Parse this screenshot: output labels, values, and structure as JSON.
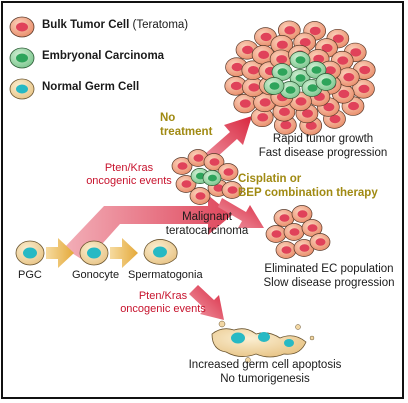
{
  "legend": {
    "bulk_bold": "Bulk Tumor Cell",
    "bulk_rest": " (Teratoma)",
    "embryonal": "Embryonal Carcinoma",
    "normal": "Normal Germ Cell"
  },
  "labels": {
    "no_treatment_1": "No",
    "no_treatment_2": "treatment",
    "rapid_1": "Rapid tumor growth",
    "rapid_2": "Fast disease progression",
    "pten_top_1": "Pten/Kras",
    "pten_top_2": "oncogenic events",
    "cisplatin_1": "Cisplatin or",
    "cisplatin_2": "BEP combination therapy",
    "malignant_1": "Malignant",
    "malignant_2": "teratocarcinoma",
    "eliminated_1": "Eliminated EC population",
    "eliminated_2": "Slow disease progression",
    "pgc": "PGC",
    "gonocyte": "Gonocyte",
    "spermatogonia": "Spermatogonia",
    "pten_bottom_1": "Pten/Kras",
    "pten_bottom_2": "oncogenic events",
    "apoptosis_1": "Increased germ cell apoptosis",
    "apoptosis_2": "No tumorigenesis"
  },
  "colors": {
    "tumor_fill": "#f4a98a",
    "tumor_nucleus": "#e0425a",
    "ec_fill": "#9fd6a8",
    "ec_nucleus": "#2ea45b",
    "germ_fill": "#f2d7a4",
    "germ_nucleus": "#27b9c4",
    "red_arrow": "#d9263f",
    "gold_arrow": "#e9b64d",
    "red_text": "#c7132d",
    "gold_text": "#a08a12"
  }
}
